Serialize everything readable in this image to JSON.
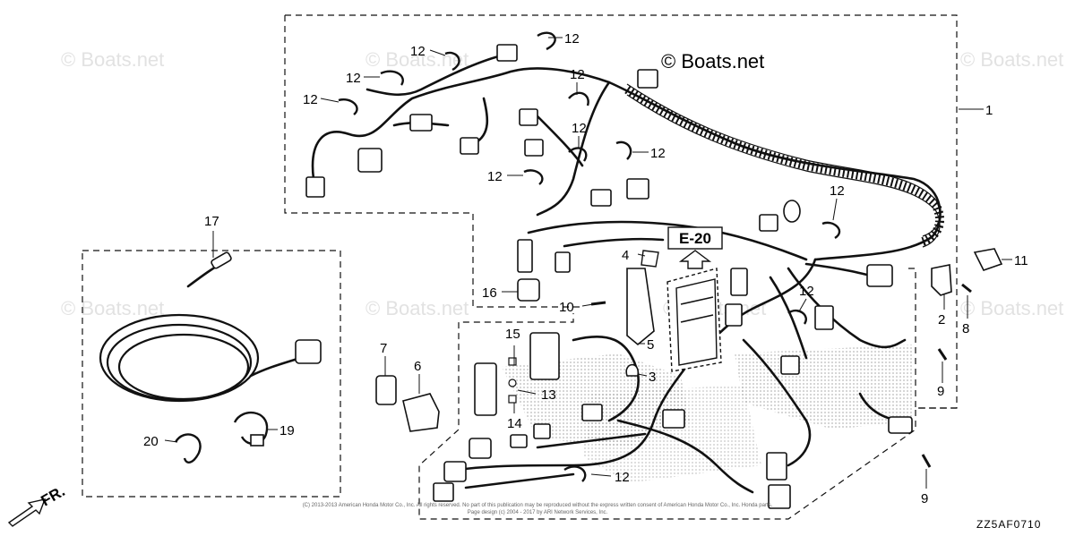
{
  "watermarks": [
    "© Boats.net",
    "© Boats.net",
    "© Boats.net",
    "© Boats.net",
    "© Boats.net",
    "© Boats.net",
    "© Boats.net"
  ],
  "brand": "© Boats.net",
  "reference_box": "E-20",
  "front_indicator": "FR.",
  "diagram_code": "ZZ5AF0710",
  "copyright_line_1": "(C) 2013-2013 American Honda Motor Co., Inc. All rights reserved. No part of this publication may be reproduced without the express written consent of American Honda Motor Co., Inc. Honda parts.",
  "copyright_line_2": "Page design (c) 2004 - 2017 by ARI Network Services, Inc.",
  "callouts": {
    "c1": "1",
    "c2": "2",
    "c3": "3",
    "c4": "4",
    "c5": "5",
    "c6": "6",
    "c7": "7",
    "c8": "8",
    "c9a": "9",
    "c9b": "9",
    "c10": "10",
    "c11": "11",
    "c12a": "12",
    "c12b": "12",
    "c12c": "12",
    "c12d": "12",
    "c12e": "12",
    "c12f": "12",
    "c12g": "12",
    "c12h": "12",
    "c12i": "12",
    "c12j": "12",
    "c12k": "12",
    "c13": "13",
    "c14": "14",
    "c15": "15",
    "c16": "16",
    "c17": "17",
    "c19": "19",
    "c20": "20"
  },
  "colors": {
    "line": "#111111",
    "background": "#ffffff",
    "watermark": "#e2e2e2",
    "stipple": "#c8c8c8"
  }
}
